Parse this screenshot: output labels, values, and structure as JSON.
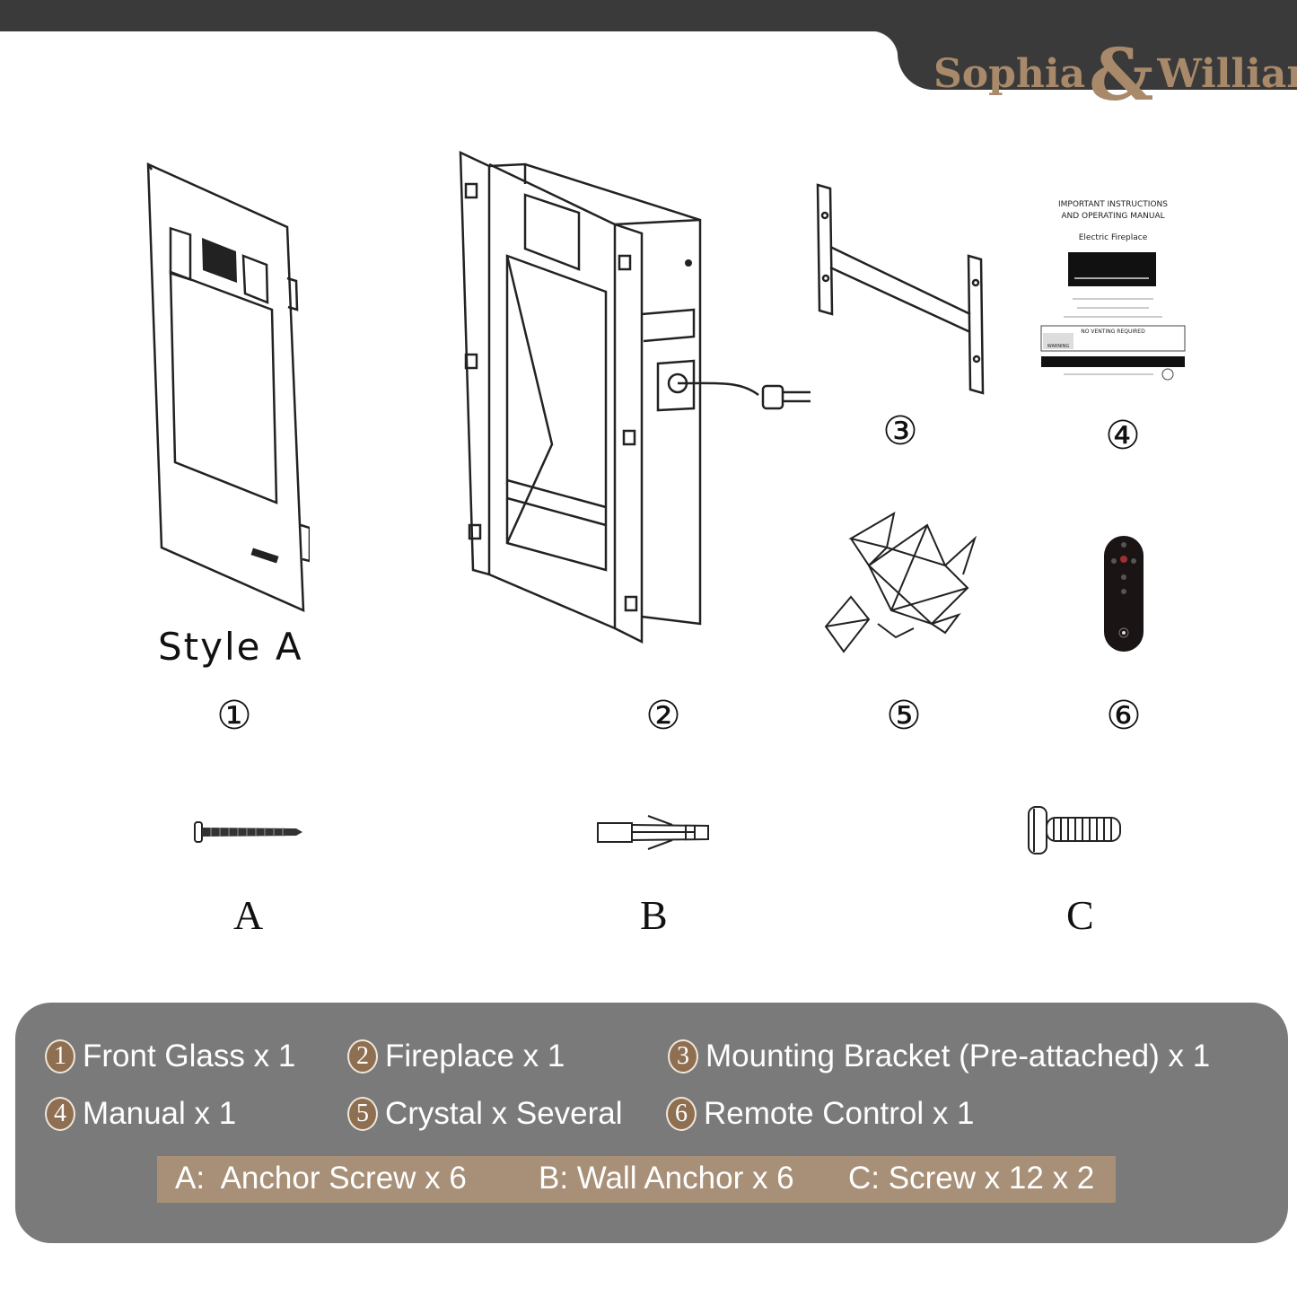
{
  "brand": {
    "logo_text": "Sophia & William",
    "colors": {
      "header": "#3a3a3a",
      "logo": "#a8896a",
      "panel": "#7a7a7a",
      "band": "#a89078",
      "badge": "#8e6f52"
    }
  },
  "style_label": "Style A",
  "diagram_numbers": [
    "①",
    "②",
    "③",
    "④",
    "⑤",
    "⑥"
  ],
  "hardware_letters": [
    "A",
    "B",
    "C"
  ],
  "manual_cover": {
    "title_line1": "IMPORTANT INSTRUCTIONS",
    "title_line2": "AND OPERATING MANUAL",
    "subtitle": "Electric Fireplace",
    "warning_heading": "NO VENTING REQUIRED",
    "warning_label": "WARNING"
  },
  "parts": [
    {
      "num": "1",
      "label": "Front Glass x 1"
    },
    {
      "num": "2",
      "label": "Fireplace x 1"
    },
    {
      "num": "3",
      "label": "Mounting Bracket (Pre-attached) x 1"
    },
    {
      "num": "4",
      "label": "Manual x 1"
    },
    {
      "num": "5",
      "label": "Crystal x Several"
    },
    {
      "num": "6",
      "label": "Remote Control x 1"
    }
  ],
  "hardware": [
    {
      "label": "A:  Anchor Screw x 6"
    },
    {
      "label": "B: Wall Anchor x 6"
    },
    {
      "label": "C: Screw x 12 x 2"
    }
  ]
}
